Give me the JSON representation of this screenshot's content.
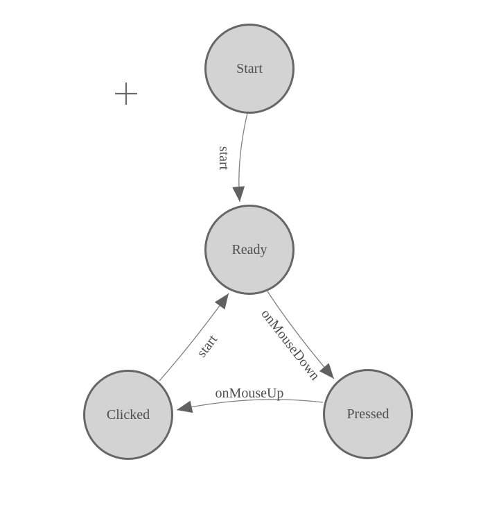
{
  "diagram_type": "state-machine",
  "colors": {
    "background": "#ffffff",
    "node_fill": "#d3d3d3",
    "node_stroke": "#666666",
    "node_label": "#4f4f4f",
    "edge_stroke": "#7f7f7f",
    "arrowhead_fill": "#616161",
    "edge_label": "#4f4f4f",
    "plus_icon": "#6b6b6b"
  },
  "nodes": [
    {
      "id": "start",
      "label": "Start"
    },
    {
      "id": "ready",
      "label": "Ready"
    },
    {
      "id": "clicked",
      "label": "Clicked"
    },
    {
      "id": "pressed",
      "label": "Pressed"
    }
  ],
  "edges": [
    {
      "from": "start",
      "to": "ready",
      "label": "start"
    },
    {
      "from": "clicked",
      "to": "ready",
      "label": "start"
    },
    {
      "from": "ready",
      "to": "pressed",
      "label": "onMouseDown"
    },
    {
      "from": "pressed",
      "to": "clicked",
      "label": "onMouseUp"
    }
  ],
  "icons": {
    "plus": "+"
  }
}
